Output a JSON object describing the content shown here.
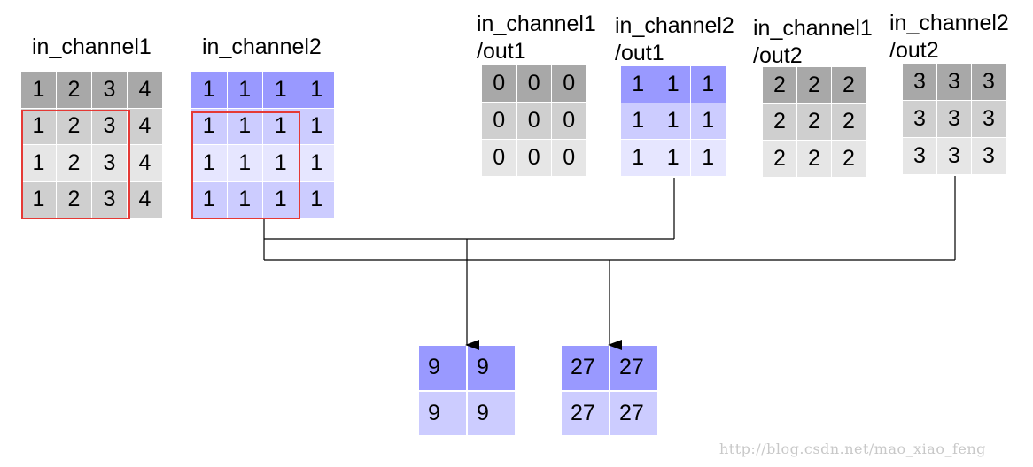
{
  "labels": {
    "in1": "in_channel1",
    "in2": "in_channel2",
    "k11_line1": "in_channel1",
    "k11_line2": "/out1",
    "k21_line1": "in_channel2",
    "k21_line2": "/out1",
    "k12_line1": "in_channel1",
    "k12_line2": "/out2",
    "k22_line1": "in_channel2",
    "k22_line2": "/out2"
  },
  "matrices": {
    "in1": [
      [
        "1",
        "2",
        "3",
        "4"
      ],
      [
        "1",
        "2",
        "3",
        "4"
      ],
      [
        "1",
        "2",
        "3",
        "4"
      ],
      [
        "1",
        "2",
        "3",
        "4"
      ]
    ],
    "in2": [
      [
        "1",
        "1",
        "1",
        "1"
      ],
      [
        "1",
        "1",
        "1",
        "1"
      ],
      [
        "1",
        "1",
        "1",
        "1"
      ],
      [
        "1",
        "1",
        "1",
        "1"
      ]
    ],
    "k11": [
      [
        "0",
        "0",
        "0"
      ],
      [
        "0",
        "0",
        "0"
      ],
      [
        "0",
        "0",
        "0"
      ]
    ],
    "k21": [
      [
        "1",
        "1",
        "1"
      ],
      [
        "1",
        "1",
        "1"
      ],
      [
        "1",
        "1",
        "1"
      ]
    ],
    "k12": [
      [
        "2",
        "2",
        "2"
      ],
      [
        "2",
        "2",
        "2"
      ],
      [
        "2",
        "2",
        "2"
      ]
    ],
    "k22": [
      [
        "3",
        "3",
        "3"
      ],
      [
        "3",
        "3",
        "3"
      ],
      [
        "3",
        "3",
        "3"
      ]
    ],
    "out1": [
      [
        "9",
        "9"
      ],
      [
        "9",
        "9"
      ]
    ],
    "out2": [
      [
        "27",
        "27"
      ],
      [
        "27",
        "27"
      ]
    ]
  },
  "colors": {
    "gray_header": "#a8a8a8",
    "gray_mid": "#cfcfcf",
    "gray_light": "#e6e6e6",
    "blue_header": "#9999ff",
    "blue_mid": "#ccccff",
    "blue_light": "#e6e6ff",
    "highlight": "#e53935",
    "wire": "#000000"
  },
  "watermark": "http://blog.csdn.net/mao_xiao_feng"
}
